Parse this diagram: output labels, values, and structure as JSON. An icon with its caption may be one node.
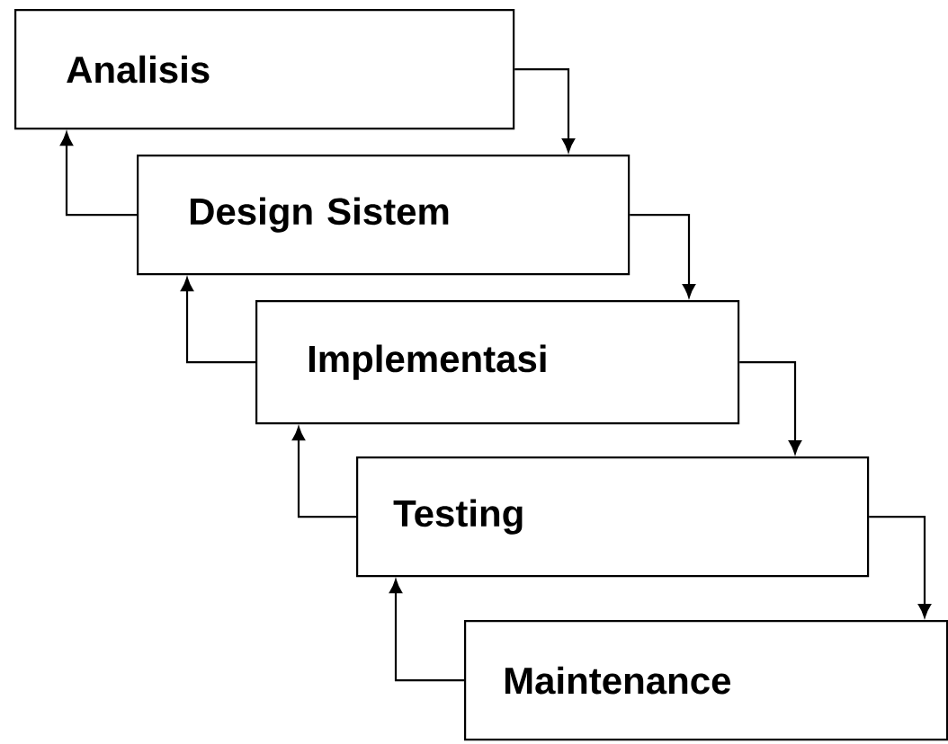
{
  "diagram": {
    "nodes": [
      {
        "text": [
          "Analisis"
        ]
      },
      {
        "text": [
          "Design Sistem"
        ]
      },
      {
        "text": [
          "Implementasi"
        ]
      },
      {
        "text": [
          "Testing"
        ]
      },
      {
        "text": [
          "Maintenance"
        ]
      }
    ],
    "edges": [
      {
        "from": 0,
        "to": 1,
        "arrow": "to"
      },
      {
        "from": 1,
        "to": 2,
        "arrow": "to"
      },
      {
        "from": 2,
        "to": 3,
        "arrow": "to"
      },
      {
        "from": 3,
        "to": 4,
        "arrow": "to"
      },
      {
        "from": 1,
        "to": 0,
        "arrow": "to"
      },
      {
        "from": 2,
        "to": 1,
        "arrow": "to"
      },
      {
        "from": 3,
        "to": 2,
        "arrow": "to"
      },
      {
        "from": 4,
        "to": 3,
        "arrow": "to"
      }
    ]
  }
}
